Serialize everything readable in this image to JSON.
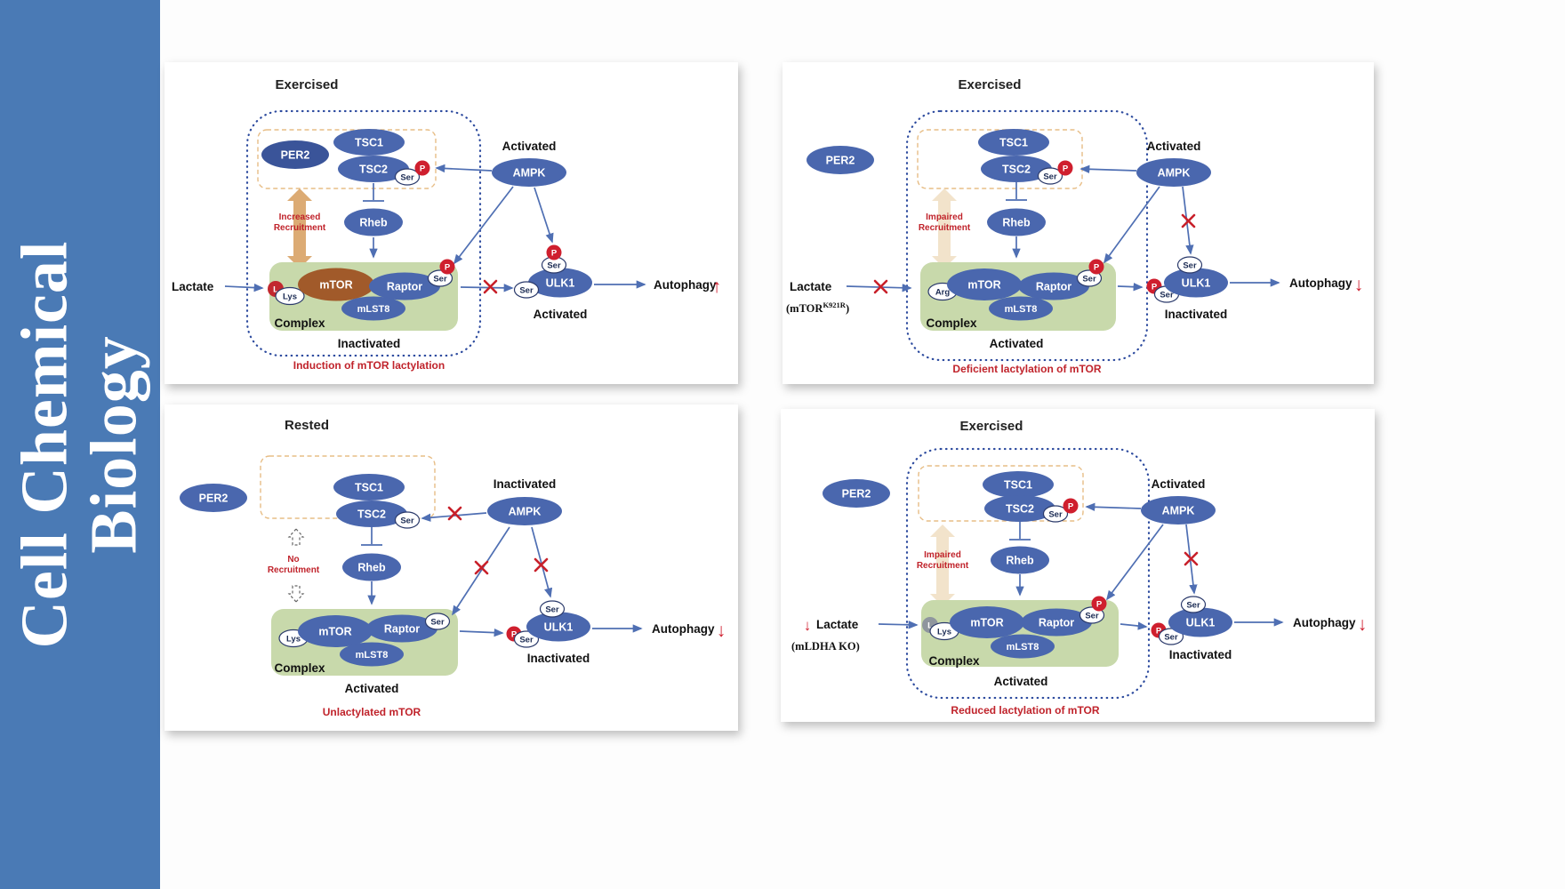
{
  "sidebar": {
    "line1": "Cell Chemical",
    "line2": "Biology"
  },
  "shared": {
    "per2": "PER2",
    "tsc1": "TSC1",
    "tsc2": "TSC2",
    "ser": "Ser",
    "p": "P",
    "ampk": "AMPK",
    "rheb": "Rheb",
    "mtor": "mTOR",
    "raptor": "Raptor",
    "mlst8": "mLST8",
    "ulk1": "ULK1",
    "complex": "Complex",
    "autophagy": "Autophagy",
    "recruitment": "Recruitment",
    "lactate": "Lactate",
    "lys": "Lys",
    "arg": "Arg",
    "l": "L"
  },
  "colors": {
    "sidebar_blue": "#4a7ab5",
    "node_blue": "#4a67ae",
    "per2_navy": "#3a5499",
    "mtor_brown": "#a15a2a",
    "complex_green": "#c8d9ab",
    "phospho_red": "#cf1f2e",
    "caption_red": "#c0232b",
    "arrow_blue": "#4f6fb3",
    "recruit_tan": "#dcab74"
  },
  "panels": {
    "p1": {
      "title": "Exercised",
      "ampk_state": "Activated",
      "recruit_word": "Increased",
      "complex_state": "Inactivated",
      "ulk1_state": "Activated",
      "autophagy_dir": "↑",
      "caption": "Induction of mTOR lactylation"
    },
    "p2": {
      "title": "Exercised",
      "ampk_state": "Activated",
      "recruit_word": "Impaired",
      "complex_state": "Activated",
      "ulk1_state": "Inactivated",
      "autophagy_dir": "↓",
      "caption": "Deficient lactylation of mTOR",
      "variant_pre": "(mTOR",
      "variant_sup": "K921R",
      "variant_post": ")"
    },
    "p3": {
      "title": "Rested",
      "ampk_state": "Inactivated",
      "recruit_word": "No",
      "complex_state": "Activated",
      "ulk1_state": "Inactivated",
      "autophagy_dir": "↓",
      "caption": "Unlactylated mTOR"
    },
    "p4": {
      "title": "Exercised",
      "ampk_state": "Activated",
      "recruit_word": "Impaired",
      "complex_state": "Activated",
      "ulk1_state": "Inactivated",
      "autophagy_dir": "↓",
      "caption": "Reduced lactylation of mTOR",
      "variant": "(mLDHA KO)",
      "lactate_prefix": "↓"
    }
  }
}
